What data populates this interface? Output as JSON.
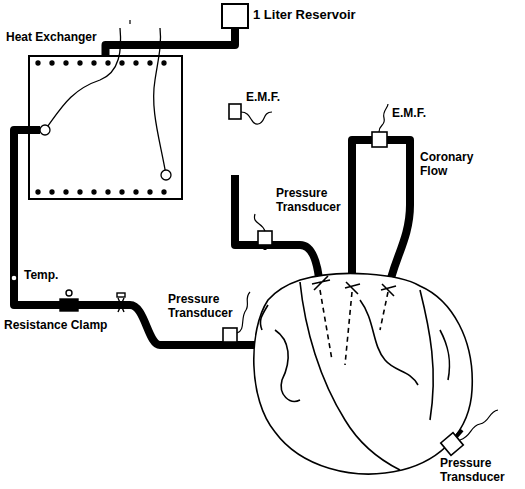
{
  "diagram": {
    "nodes": [
      {
        "text": [
          "1 Liter Reservoir"
        ]
      },
      {
        "text": [
          "Heat Exchanger"
        ]
      }
    ],
    "edges": [
      {
        "from": 0,
        "to": 1,
        "arrow": "none"
      }
    ],
    "labels": [
      "E.M.F.",
      "Pressure Transducer",
      "E.M.F.",
      "Coronary Flow",
      "Temp.",
      "Resistance Clamp",
      "Pressure Transducer",
      "Pressure Transducer"
    ]
  }
}
